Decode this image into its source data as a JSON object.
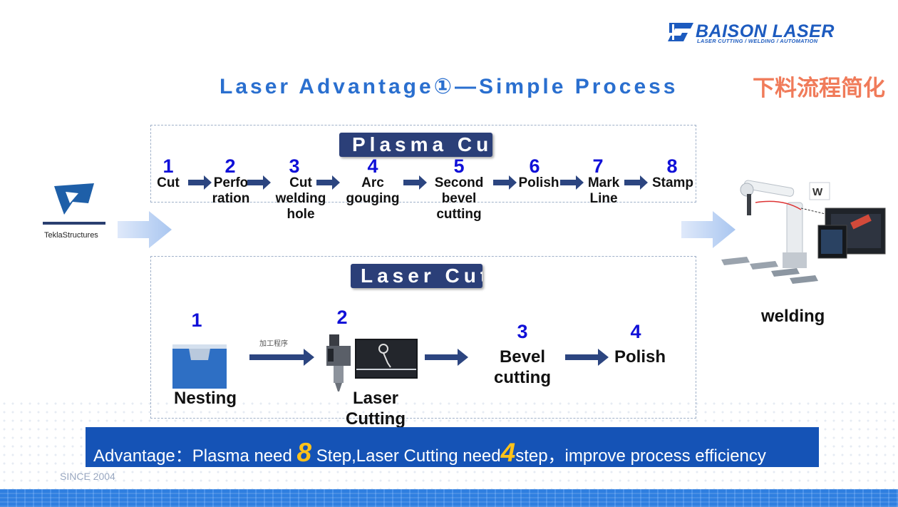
{
  "brand": {
    "name": "BAISON LASER",
    "tagline": "LASER CUTTING / WELDING / AUTOMATION"
  },
  "title": "Laser Advantage①—Simple Process",
  "cn_title": "下料流程简化",
  "tekla": {
    "label": "TeklaStructures"
  },
  "plasma": {
    "header": "Plasma Cut",
    "steps": [
      {
        "num": "1",
        "label": "Cut"
      },
      {
        "num": "2",
        "label": "Perfo\nration"
      },
      {
        "num": "3",
        "label": "Cut\nwelding\nhole"
      },
      {
        "num": "4",
        "label": "Arc\ngouging"
      },
      {
        "num": "5",
        "label": "Second\nbevel\ncutting"
      },
      {
        "num": "6",
        "label": "Polish"
      },
      {
        "num": "7",
        "label": "Mark\nLine"
      },
      {
        "num": "8",
        "label": "Stamp"
      }
    ]
  },
  "laser": {
    "header": "Laser Cut",
    "program_label": "加工程序",
    "steps": [
      {
        "num": "1",
        "label": "Nesting"
      },
      {
        "num": "2",
        "label": "Laser\nCutting"
      },
      {
        "num": "3",
        "label": "Bevel\ncutting"
      },
      {
        "num": "4",
        "label": "Polish"
      }
    ]
  },
  "welding": {
    "label": "welding"
  },
  "banner": {
    "prefix": "Advantage：Plasma need ",
    "num1": "8",
    "middle": " Step,Laser Cutting need",
    "num2": "4",
    "suffix": "step，improve process efficiency"
  },
  "since": "SINCE 2004",
  "colors": {
    "accent": "#1553b6",
    "title": "#2a6fcf",
    "step_number": "#1010d8",
    "cn_title": "#f07b5a",
    "highlight": "#ffc21a"
  }
}
